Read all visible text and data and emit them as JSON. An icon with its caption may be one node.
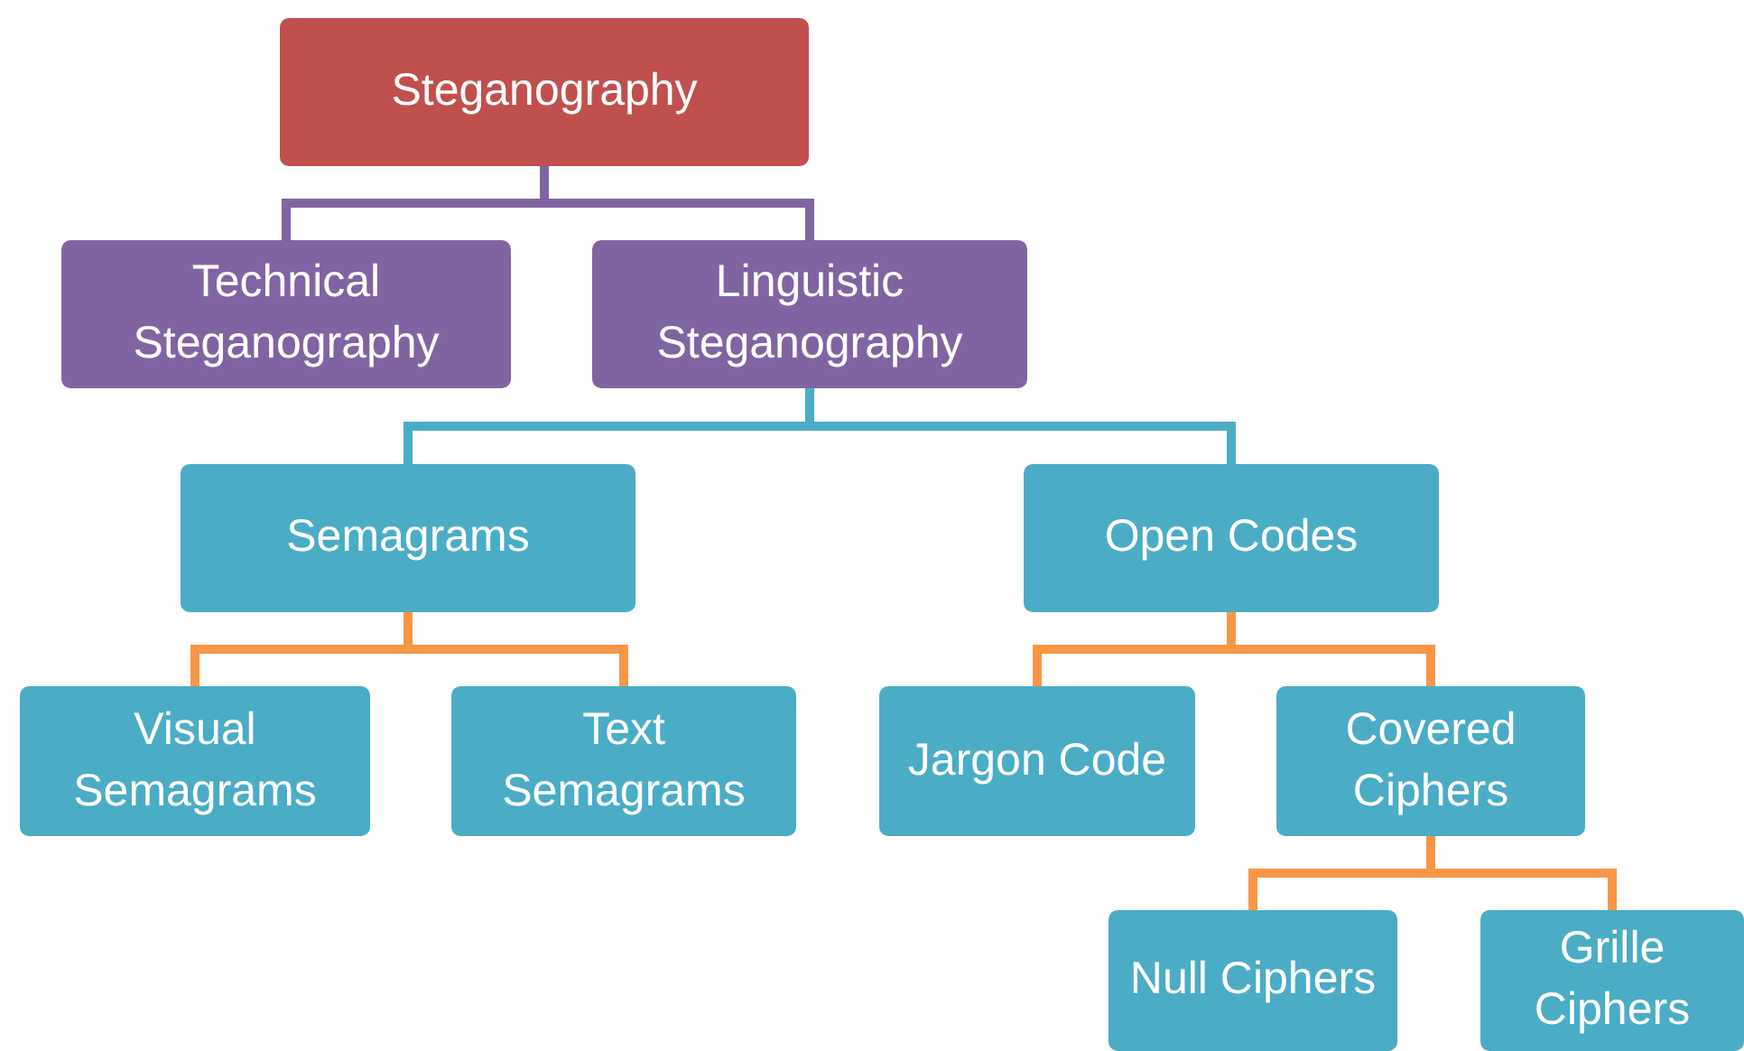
{
  "diagram": {
    "nodes": [
      {
        "text": [
          "Steganography"
        ]
      },
      {
        "text": [
          "Technical Steganography"
        ]
      },
      {
        "text": [
          "Linguistic Steganography"
        ]
      },
      {
        "text": [
          "Semagrams"
        ]
      },
      {
        "text": [
          "Open Codes"
        ]
      },
      {
        "text": [
          "Visual Semagrams"
        ]
      },
      {
        "text": [
          "Text Semagrams"
        ]
      },
      {
        "text": [
          "Jargon Code"
        ]
      },
      {
        "text": [
          "Covered Ciphers"
        ]
      },
      {
        "text": [
          "Null Ciphers"
        ]
      },
      {
        "text": [
          "Grille Ciphers"
        ]
      }
    ],
    "edges": [
      {
        "from": 0,
        "to": 1,
        "arrow": "none",
        "color": "#8064a2"
      },
      {
        "from": 0,
        "to": 2,
        "arrow": "none",
        "color": "#8064a2"
      },
      {
        "from": 2,
        "to": 3,
        "arrow": "none",
        "color": "#4bacc6"
      },
      {
        "from": 2,
        "to": 4,
        "arrow": "none",
        "color": "#4bacc6"
      },
      {
        "from": 3,
        "to": 5,
        "arrow": "none"
      },
      {
        "from": 3,
        "to": 6,
        "arrow": "none"
      },
      {
        "from": 4,
        "to": 7,
        "arrow": "none"
      },
      {
        "from": 4,
        "to": 8,
        "arrow": "none"
      },
      {
        "from": 8,
        "to": 9,
        "arrow": "none"
      },
      {
        "from": 8,
        "to": 10,
        "arrow": "none"
      }
    ]
  }
}
